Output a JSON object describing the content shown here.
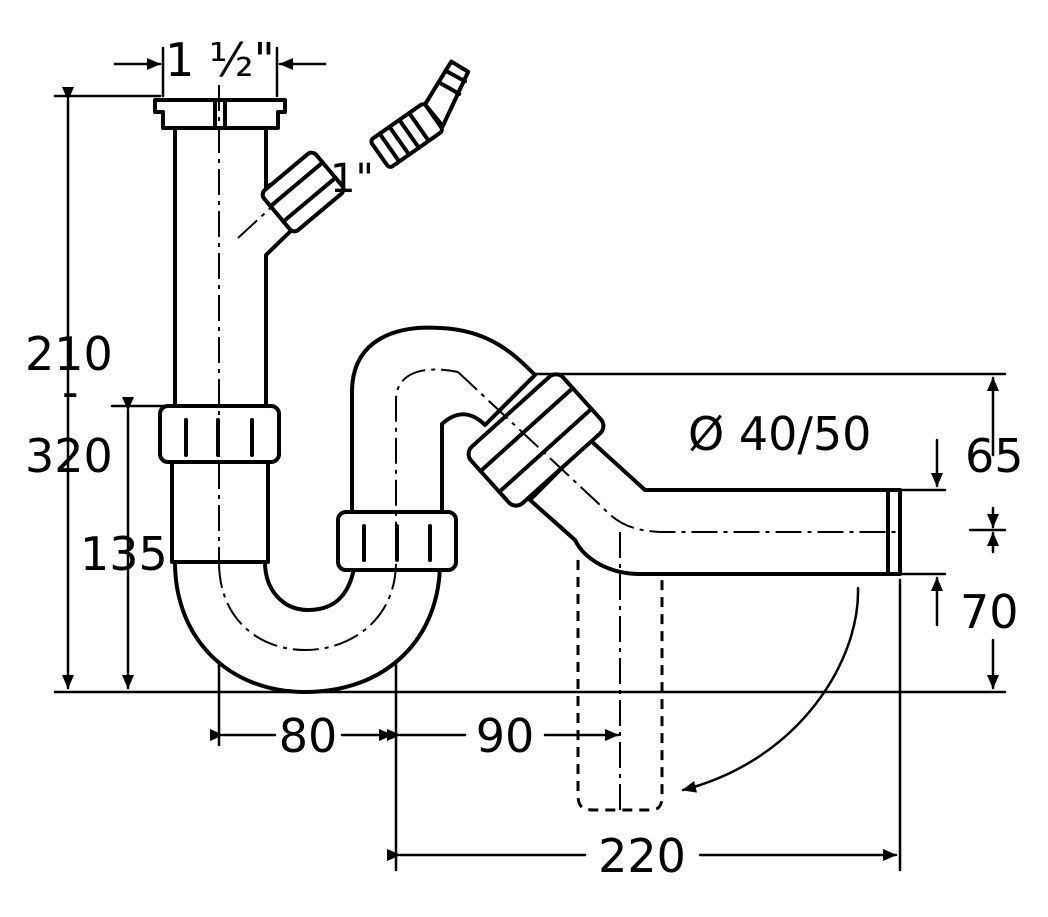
{
  "dimensions": {
    "inlet_size": "1 ½\"",
    "side_inlet_size": "1\"",
    "height_range_top": "210",
    "height_range_sep": "-",
    "height_range_bottom": "320",
    "trap_height": "135",
    "trap_width": "80",
    "offset": "90",
    "outlet_length": "220",
    "outlet_diameter": "Ø 40/50",
    "outlet_upper": "65",
    "outlet_lower": "70"
  },
  "colors": {
    "stroke": "#000000",
    "background": "#ffffff"
  }
}
